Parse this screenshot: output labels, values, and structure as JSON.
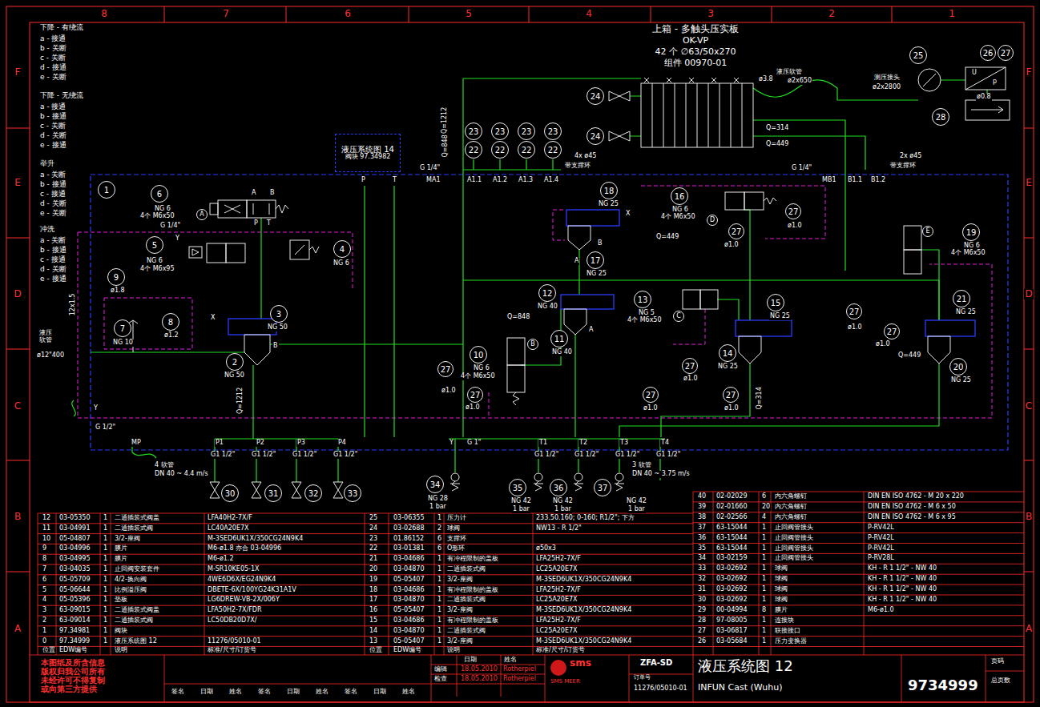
{
  "diagram": {
    "title": "上箱 - 多触头压实板",
    "nodes": [
      {
        "text": [
          "液压系统图 14",
          "阀块 97.34982"
        ]
      },
      {
        "text": [
          "25"
        ]
      },
      {
        "text": [
          "26"
        ]
      },
      {
        "text": [
          "27"
        ]
      },
      {
        "text": [
          "24"
        ]
      },
      {
        "text": [
          "28"
        ]
      },
      {
        "text": [
          "23"
        ]
      },
      {
        "text": [
          "23"
        ]
      },
      {
        "text": [
          "23"
        ]
      },
      {
        "text": [
          "23"
        ]
      },
      {
        "text": [
          "24"
        ]
      },
      {
        "text": [
          "22"
        ]
      },
      {
        "text": [
          "22"
        ]
      },
      {
        "text": [
          "22"
        ]
      },
      {
        "text": [
          "22"
        ]
      },
      {
        "text": [
          "1"
        ]
      },
      {
        "text": [
          "18"
        ]
      },
      {
        "text": [
          "6"
        ]
      },
      {
        "text": [
          "16"
        ]
      },
      {
        "text": [
          "27"
        ]
      },
      {
        "text": [
          "A"
        ]
      },
      {
        "text": [
          "D"
        ]
      },
      {
        "text": [
          "27"
        ]
      },
      {
        "text": [
          "E"
        ]
      },
      {
        "text": [
          "5"
        ]
      },
      {
        "text": [
          "4"
        ]
      },
      {
        "text": [
          "19"
        ]
      },
      {
        "text": [
          "17"
        ]
      },
      {
        "text": [
          "9"
        ]
      },
      {
        "text": [
          "12"
        ]
      },
      {
        "text": [
          "13"
        ]
      },
      {
        "text": [
          "21"
        ]
      },
      {
        "text": [
          "15"
        ]
      },
      {
        "text": [
          "27"
        ]
      },
      {
        "text": [
          "3"
        ]
      },
      {
        "text": [
          "C"
        ]
      },
      {
        "text": [
          "8"
        ]
      },
      {
        "text": [
          "7"
        ]
      },
      {
        "text": [
          "27"
        ]
      },
      {
        "text": [
          "11"
        ]
      },
      {
        "text": [
          "B"
        ]
      },
      {
        "text": [
          "14"
        ]
      },
      {
        "text": [
          "10"
        ]
      },
      {
        "text": [
          "2"
        ]
      },
      {
        "text": [
          "27"
        ]
      },
      {
        "text": [
          "20"
        ]
      },
      {
        "text": [
          "27"
        ]
      },
      {
        "text": [
          "27"
        ]
      },
      {
        "text": [
          "27"
        ]
      },
      {
        "text": [
          "27"
        ]
      },
      {
        "text": [
          "34"
        ]
      },
      {
        "text": [
          "35"
        ]
      },
      {
        "text": [
          "36"
        ]
      },
      {
        "text": [
          "37"
        ]
      },
      {
        "text": [
          "30"
        ]
      },
      {
        "text": [
          "31"
        ]
      },
      {
        "text": [
          "32"
        ]
      },
      {
        "text": [
          "33"
        ]
      }
    ],
    "labels": [
      "8",
      "7",
      "6",
      "5",
      "4",
      "3",
      "2",
      "1",
      "F",
      "E",
      "D",
      "C",
      "B",
      "A",
      "F",
      "E",
      "D",
      "C",
      "B",
      "A",
      "OK-VP",
      "42 个 ∅63/50x270",
      "组件 00970-01",
      "下降 - 有绕流",
      "a - 接通",
      "b - 关断",
      "c - 关断",
      "d - 接通",
      "e - 关断",
      "下降 - 无绕流",
      "a - 接通",
      "b - 接通",
      "c - 关断",
      "d - 关断",
      "e - 接通",
      "举升",
      "a - 关断",
      "b - 接通",
      "c - 接通",
      "d - 关断",
      "e - 关断",
      "冲洗",
      "a - 关断",
      "b - 接通",
      "c - 接通",
      "d - 关断",
      "e - 接通",
      "液压软管",
      "ø2x650",
      "ø3.8",
      "测压接头",
      "ø2x2800",
      "ø0.8",
      "Q=1212",
      "Q=848",
      "G 1/4\"",
      "MA1",
      "A1.1",
      "A1.2",
      "A1.3",
      "A1.4",
      "4x ø45",
      "带支撑环",
      "Q=314",
      "Q=449",
      "2x ø45",
      "带支撑环",
      "G 1/4\"",
      "MB1",
      "B1.1",
      "B1.2",
      "P",
      "T",
      "NG 6",
      "4个 M6x50",
      "G 1/4\"",
      "Y",
      "NG 6",
      "4个 M6x95",
      "NG 6",
      "ø1.8",
      "12x1.5",
      "液压 软管",
      "ø12\"400",
      "NG 10",
      "ø1.2",
      "NG 50",
      "NG 50",
      "Q=1212",
      "Q=848",
      "NG 40",
      "NG 40",
      "NG 6",
      "4个 M6x50",
      "ø1.0",
      "ø1.0",
      "NG 25",
      "Q=449",
      "NG 25",
      "NG 6",
      "4个 M6x50",
      "ø1.0",
      "ø1.0",
      "NG 5",
      "4个 M6x50",
      "NG 25",
      "NG 25",
      "ø1.0",
      "ø1.0",
      "ø1.0",
      "Q=314",
      "NG 6",
      "4个 M6x50",
      "NG 25",
      "NG 25",
      "Q=449",
      "ø1.0",
      "ø1.0",
      "Y",
      "G 1/2\"",
      "MP",
      "P1",
      "P2",
      "P3",
      "P4",
      "G1 1/2\"",
      "G1 1/2\"",
      "G1 1/2\"",
      "G1 1/2\"",
      "4 软管",
      "DN 40 ~ 4.4 m/s",
      "Y",
      "G 1\"",
      "T1",
      "T2",
      "T3",
      "T4",
      "G1 1/2\"",
      "G1 1/2\"",
      "G1 1/2\"",
      "G1 1/2\"",
      "3 软管",
      "DN 40 ~ 3.75 m/s",
      "NG 28",
      "1 bar",
      "NG 42",
      "1 bar",
      "NG 42",
      "1 bar",
      "NG 42",
      "1 bar",
      "A",
      "B",
      "P",
      "T",
      "X",
      "B",
      "A",
      "B",
      "X",
      "A",
      "U",
      "p",
      "12",
      "03-05350",
      "1",
      "二通插装式阀盖",
      "LFA40H2-7X/F",
      "11",
      "03-04991",
      "1",
      "二通插装式阀",
      "LC40A20E7X",
      "10",
      "05-04807",
      "1",
      "3/2-座阀",
      "M-3SED6UK1X/350CG24N9K4",
      "9",
      "03-04996",
      "1",
      "膜片",
      "M6-ø1.8 亦合 03-04996",
      "8",
      "03-04995",
      "1",
      "膜片",
      "M6-ø1.2",
      "7",
      "03-04035",
      "1",
      "止回阀安装套件",
      "M-SR10KE05-1X",
      "6",
      "05-05709",
      "1",
      "4/2-换向阀",
      "4WE6D6X/EG24N9K4",
      "5",
      "05-06644",
      "1",
      "比例溢压阀",
      "DBETE-6X/100YG24K31A1V",
      "4",
      "05-05396",
      "1",
      "垫板",
      "LG6DREW-VB-2X/006Y",
      "3",
      "63-09015",
      "1",
      "二通插装式阀盖",
      "LFA50H2-7X/FDR",
      "2",
      "63-09014",
      "1",
      "二通插装式阀",
      "LC50DB20D7X/",
      "1",
      "97.34981",
      "1",
      "阀块",
      "0",
      "97.34999",
      "1",
      "液压系统图 12",
      "11276/05010-01",
      "位置",
      "EDW编号",
      "说明",
      "标准/尺寸/订货号",
      "25",
      "03-06355",
      "1",
      "压力计",
      "233.50.160; 0-160; R1/2\"; 下方",
      "24",
      "03-02688",
      "2",
      "球阀",
      "NW13 - R 1/2\"",
      "23",
      "01.86152",
      "6",
      "支撑环",
      "22",
      "03-01381",
      "6",
      "O形环",
      "ø50x3",
      "21",
      "03-04686",
      "1",
      "有冲程限制的盖板",
      "LFA25H2-7X/F",
      "20",
      "03-04870",
      "1",
      "二通插装式阀",
      "LC25A20E7X",
      "19",
      "05-05407",
      "1",
      "3/2-座阀",
      "M-3SED6UK1X/350CG24N9K4",
      "18",
      "03-04686",
      "1",
      "有冲程限制的盖板",
      "LFA25H2-7X/F",
      "17",
      "03-04870",
      "1",
      "二通插装式阀",
      "LC25A20E7X",
      "16",
      "05-05407",
      "1",
      "3/2-座阀",
      "M-3SED6UK1X/350CG24N9K4",
      "15",
      "03-04686",
      "1",
      "有冲程限制的盖板",
      "LFA25H2-7X/F",
      "14",
      "03-04870",
      "1",
      "二通插装式阀",
      "LC25A20E7X",
      "13",
      "05-05407",
      "1",
      "3/2-座阀",
      "M-3SED6UK1X/350CG24N9K4",
      "位置",
      "EDW编号",
      "说明",
      "标准/尺寸/订货号",
      "40",
      "02-02029",
      "6",
      "内六角螺钉",
      "DIN EN ISO 4762 - M 20 x 220",
      "39",
      "02-01660",
      "20",
      "内六角螺钉",
      "DIN EN ISO 4762 - M 6 x 50",
      "38",
      "02-02566",
      "4",
      "内六角螺钉",
      "DIN EN ISO 4762 - M 6 x 95",
      "37",
      "63-15044",
      "1",
      "止回阀管接头",
      "P-RV42L",
      "36",
      "63-15044",
      "1",
      "止回阀管接头",
      "P-RV42L",
      "35",
      "63-15044",
      "1",
      "止回阀管接头",
      "P-RV42L",
      "34",
      "03-02159",
      "1",
      "止回阀管接头",
      "P-RV28L",
      "33",
      "03-02692",
      "1",
      "球阀",
      "KH - R 1 1/2\" - NW 40",
      "32",
      "03-02692",
      "1",
      "球阀",
      "KH - R 1 1/2\" - NW 40",
      "31",
      "03-02692",
      "1",
      "球阀",
      "KH - R 1 1/2\" - NW 40",
      "30",
      "03-02692",
      "1",
      "球阀",
      "KH - R 1 1/2\" - NW 40",
      "29",
      "00-04994",
      "8",
      "膜片",
      "M6-ø1.0",
      "28",
      "97-08005",
      "1",
      "连接块",
      "27",
      "03-06817",
      "1",
      "联接接口",
      "26",
      "03-05684",
      "1",
      "压力变换器",
      "本图纸及所含信息",
      "版权归我公司所有",
      "未经许可不得复制",
      "或向第三方提供",
      "签名",
      "日期",
      "姓名",
      "签名",
      "日期",
      "姓名",
      "签名",
      "日期",
      "姓名",
      "编辑",
      "检查",
      "日期",
      "姓名",
      "18.05.2010",
      "Rotherpiel",
      "18.05.2010",
      "Rotherpiel",
      "sms",
      "SMS MEER",
      "ZFA-SD",
      "订单号",
      "11276/05010-01",
      "液压系统图 12",
      "INFUN Cast (Wuhu)",
      "页码",
      "总页数",
      "9734999"
    ]
  }
}
